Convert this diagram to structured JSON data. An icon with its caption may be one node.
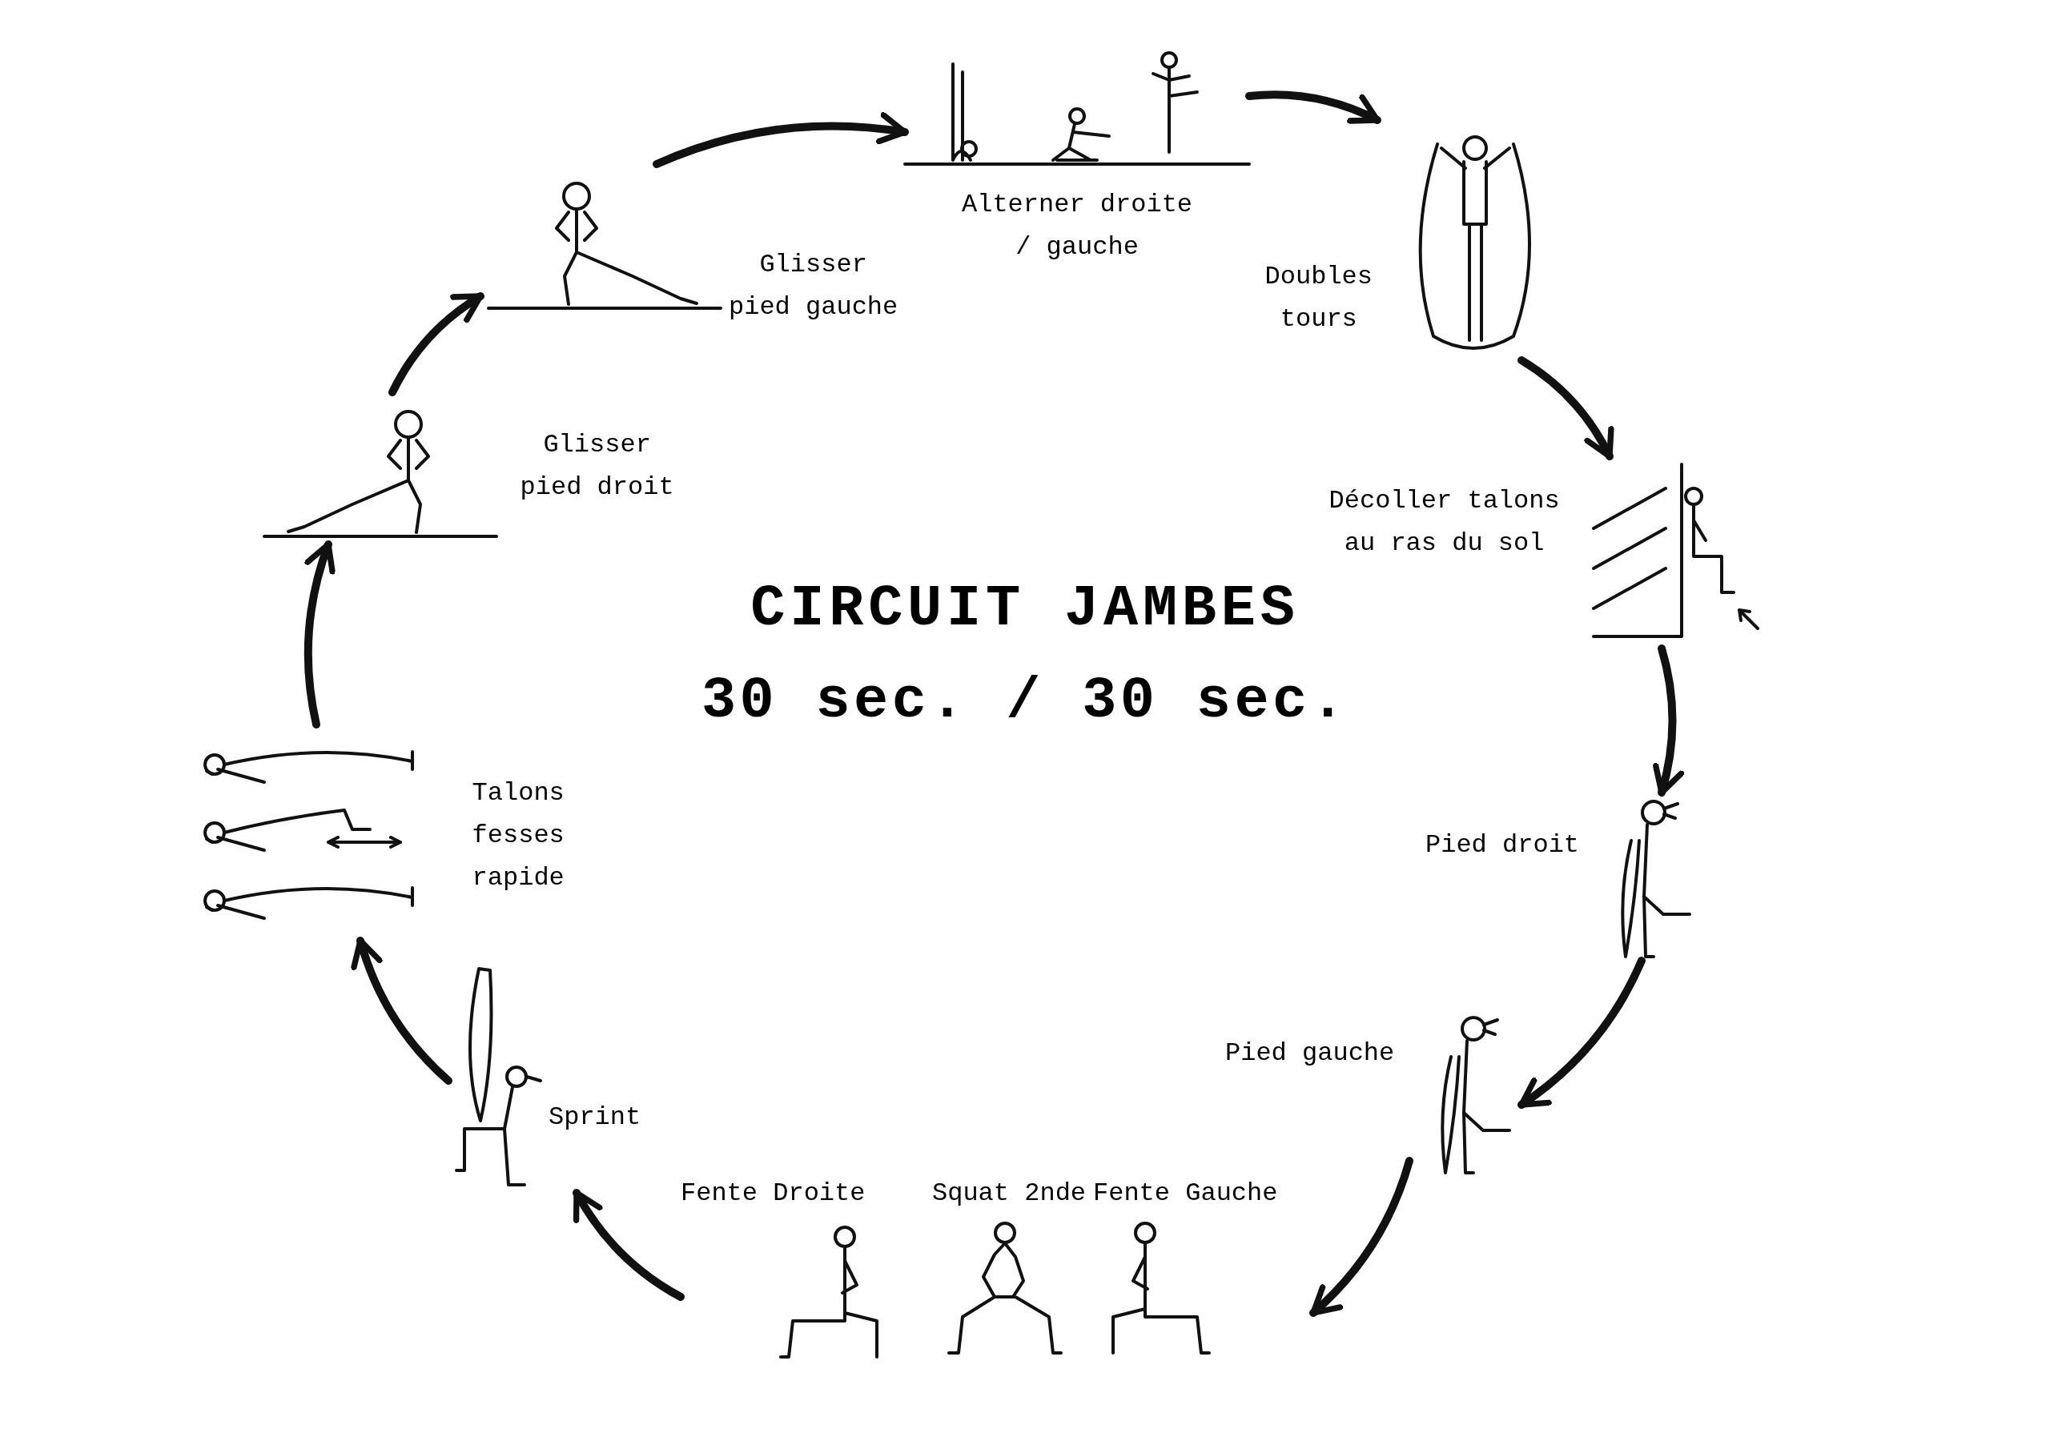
{
  "diagram": {
    "title": "CIRCUIT JAMBES",
    "nodes": [
      {
        "text": [
          "Alterner droite / gauche"
        ]
      },
      {
        "text": [
          "Doubles tours"
        ]
      },
      {
        "text": [
          "Décoller talons au ras du sol"
        ]
      },
      {
        "text": [
          "Pied droit"
        ]
      },
      {
        "text": [
          "Pied gauche"
        ]
      },
      {
        "text": [
          "Fente Gauche"
        ]
      },
      {
        "text": [
          "Squat 2nde"
        ]
      },
      {
        "text": [
          "Fente Droite"
        ]
      },
      {
        "text": [
          "Sprint"
        ]
      },
      {
        "text": [
          "Talons fesses rapide"
        ]
      },
      {
        "text": [
          "Glisser pied droit"
        ]
      },
      {
        "text": [
          "Glisser pied gauche"
        ]
      }
    ],
    "edges": [
      {
        "from": 11,
        "to": 0,
        "arrow": "to"
      },
      {
        "from": 0,
        "to": 1,
        "arrow": "to"
      },
      {
        "from": 1,
        "to": 2,
        "arrow": "to"
      },
      {
        "from": 2,
        "to": 3,
        "arrow": "to"
      },
      {
        "from": 3,
        "to": 4,
        "arrow": "to"
      },
      {
        "from": 4,
        "to": 5,
        "arrow": "to"
      },
      {
        "from": 7,
        "to": 8,
        "arrow": "to"
      },
      {
        "from": 8,
        "to": 9,
        "arrow": "to"
      },
      {
        "from": 9,
        "to": 10,
        "arrow": "to"
      },
      {
        "from": 10,
        "to": 11,
        "arrow": "to"
      }
    ],
    "labels": [
      "30 sec. / 30 sec."
    ]
  }
}
